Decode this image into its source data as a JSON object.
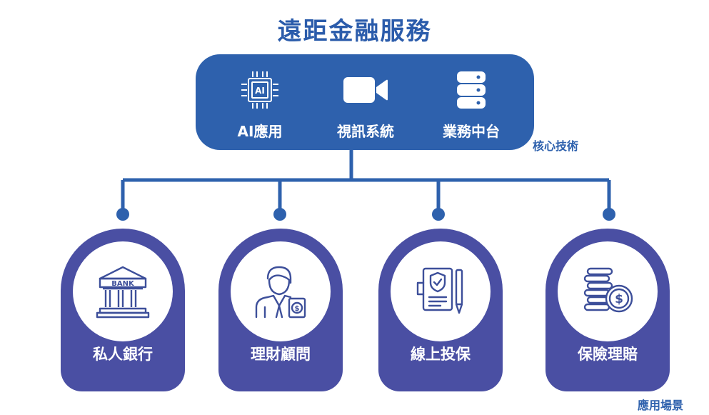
{
  "title": "遠距金融服務",
  "core_tech": {
    "label": "核心技術",
    "items": [
      {
        "label": "AI應用",
        "icon": "ai-chip-icon",
        "chip_text": "AI"
      },
      {
        "label": "視訊系統",
        "icon": "video-camera-icon"
      },
      {
        "label": "業務中台",
        "icon": "database-icon"
      }
    ]
  },
  "scenarios": {
    "label": "應用場景",
    "items": [
      {
        "label": "私人銀行",
        "icon": "bank-icon",
        "icon_text": "BANK"
      },
      {
        "label": "理財顧問",
        "icon": "advisor-icon"
      },
      {
        "label": "線上投保",
        "icon": "insurance-document-icon"
      },
      {
        "label": "保險理賠",
        "icon": "coins-dollar-icon"
      }
    ]
  },
  "colors": {
    "title": "#2b5cab",
    "tech_box": "#2e61ad",
    "card": "#4a4fa3",
    "connector": "#2e61ad"
  }
}
